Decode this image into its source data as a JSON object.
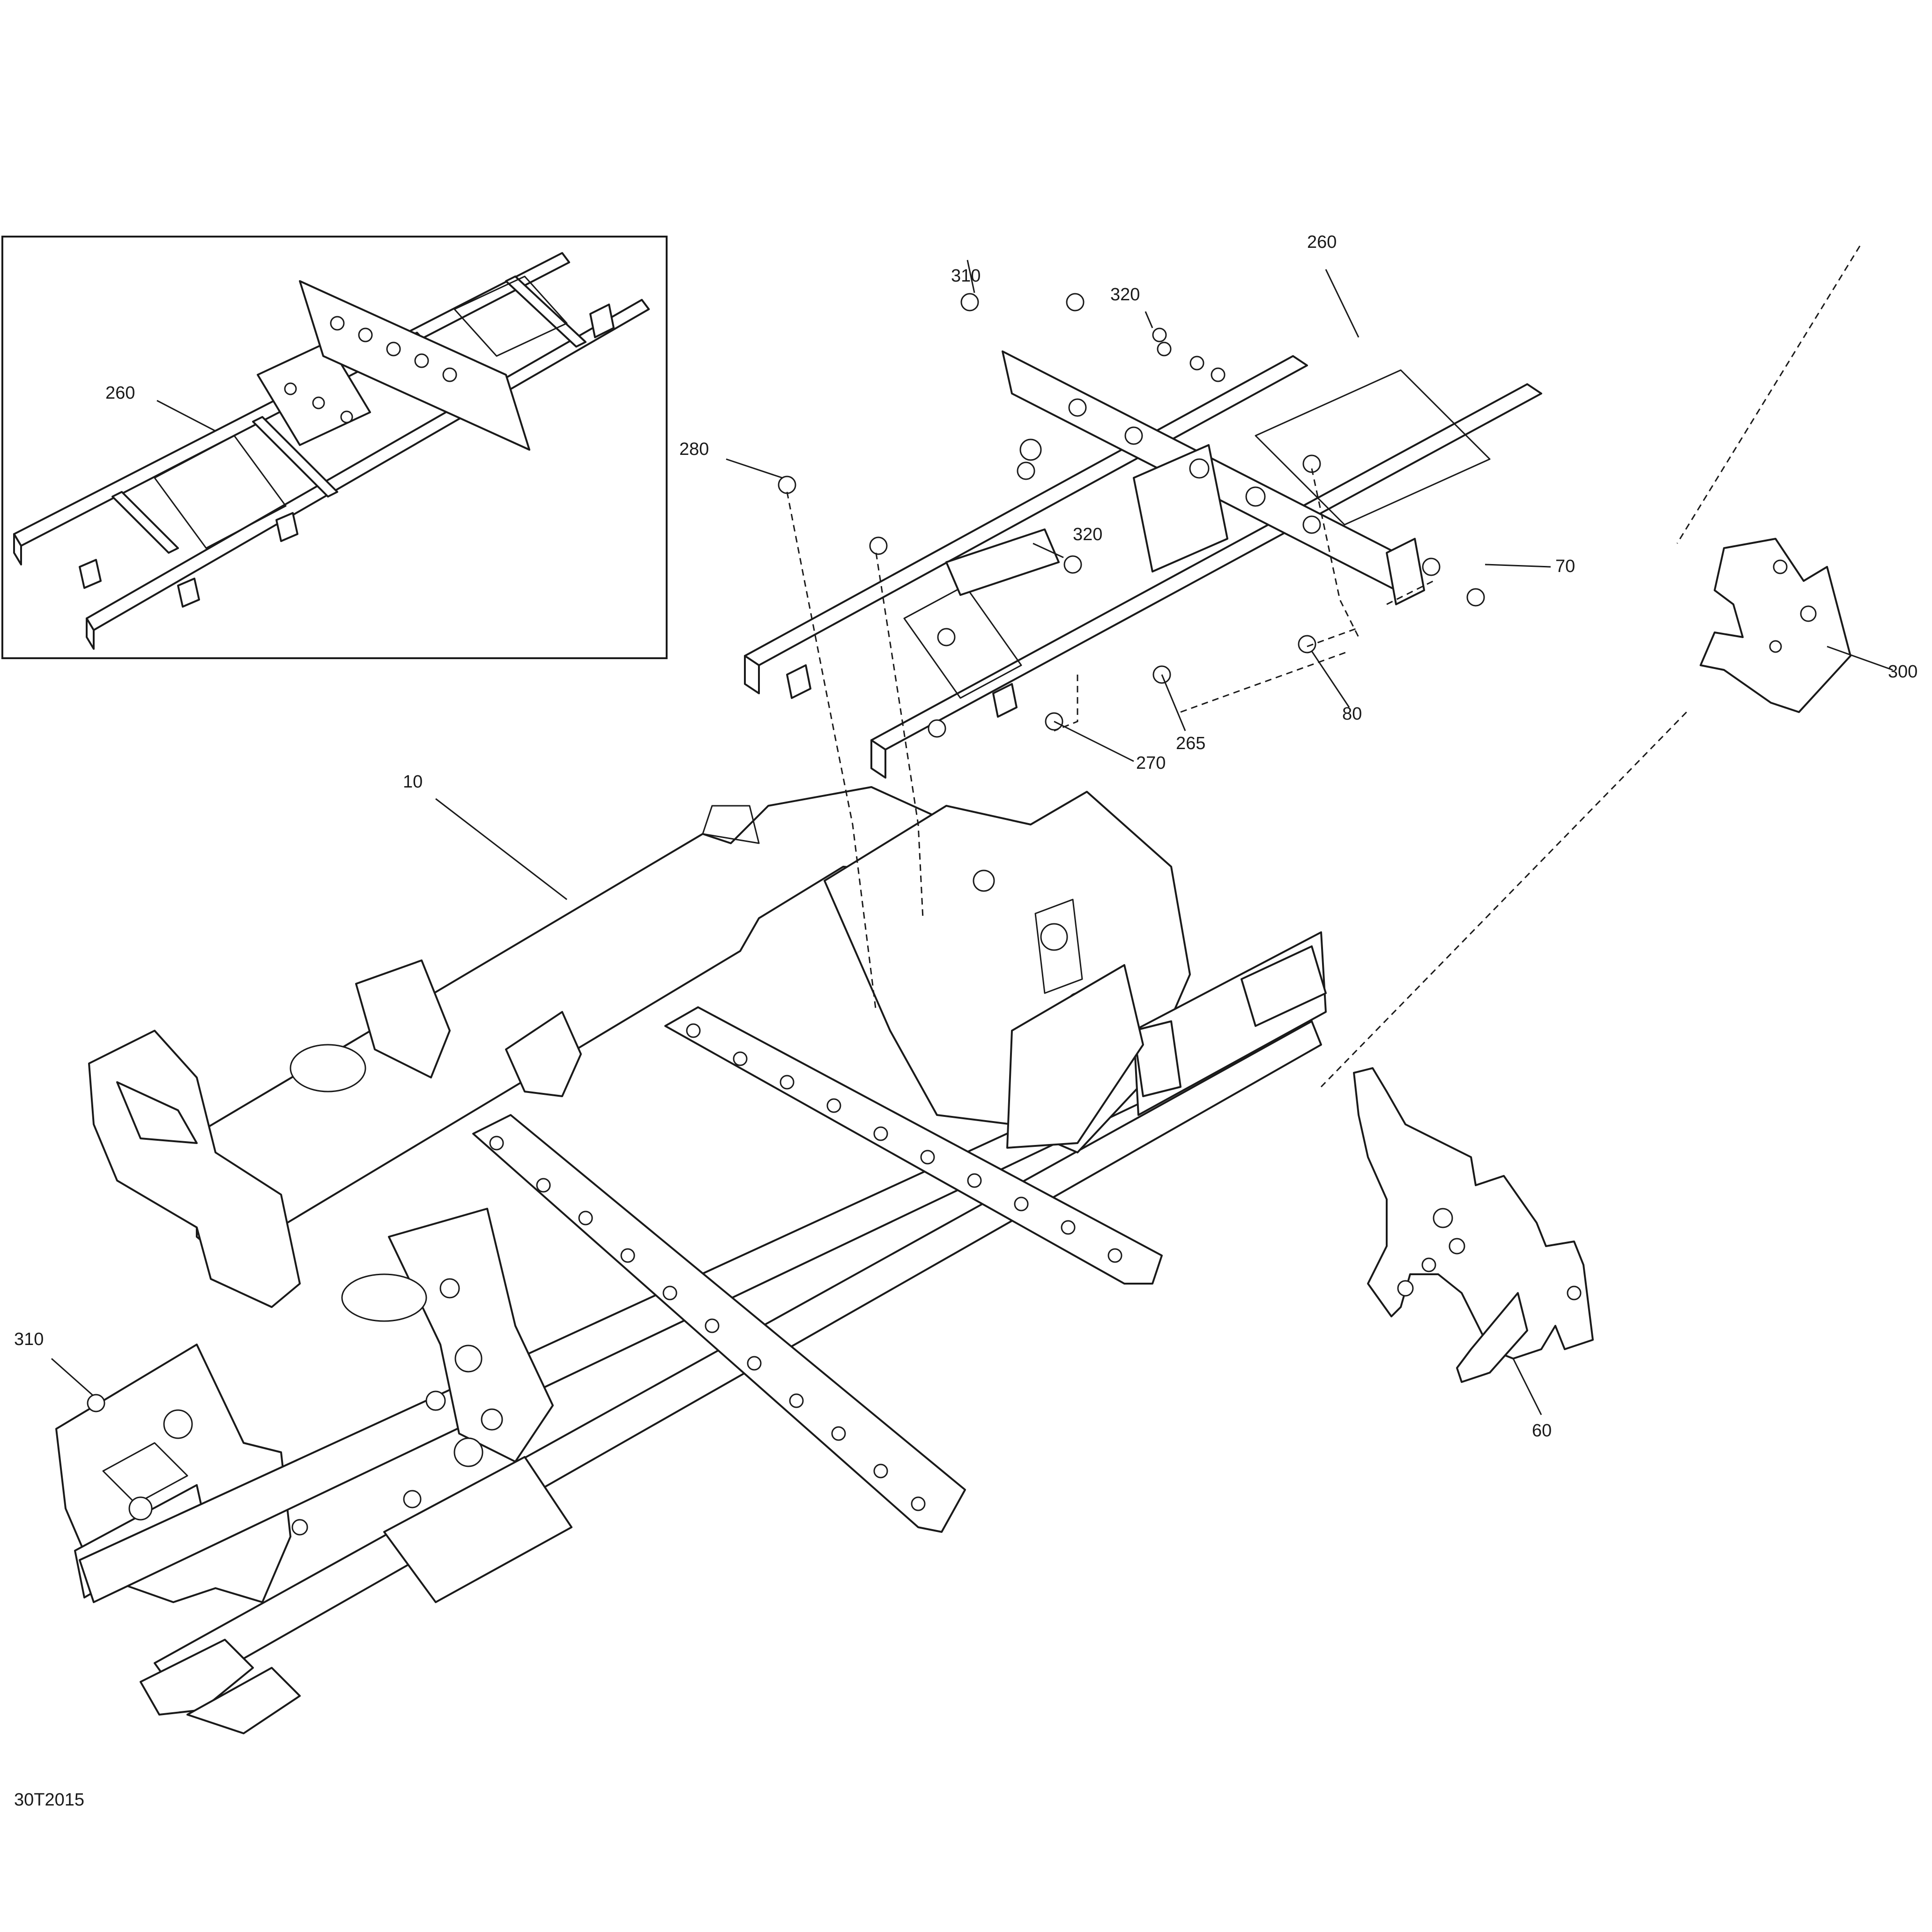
{
  "diagram": {
    "figure_id": "30T2015",
    "callouts": [
      {
        "key": "inset_260",
        "label": "260"
      },
      {
        "key": "top_310",
        "label": "310"
      },
      {
        "key": "top_320",
        "label": "320"
      },
      {
        "key": "top_260",
        "label": "260"
      },
      {
        "key": "c280",
        "label": "280"
      },
      {
        "key": "mid_320",
        "label": "320"
      },
      {
        "key": "c70",
        "label": "70"
      },
      {
        "key": "c300",
        "label": "300"
      },
      {
        "key": "c80",
        "label": "80"
      },
      {
        "key": "c265",
        "label": "265"
      },
      {
        "key": "c270",
        "label": "270"
      },
      {
        "key": "c10",
        "label": "10"
      },
      {
        "key": "bottom_310",
        "label": "310"
      },
      {
        "key": "c60",
        "label": "60"
      }
    ]
  }
}
